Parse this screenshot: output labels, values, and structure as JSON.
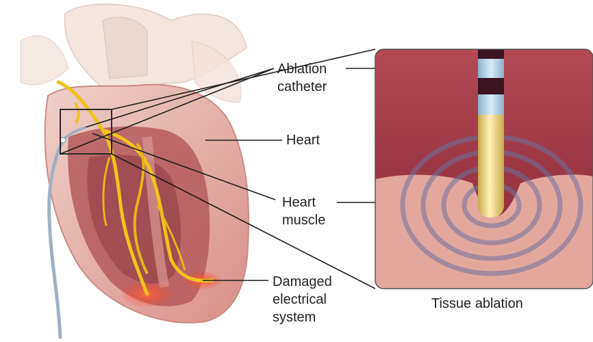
{
  "labels": {
    "ablation_catheter": [
      "Ablation",
      "catheter"
    ],
    "heart": "Heart",
    "heart_muscle": [
      "Heart",
      "muscle"
    ],
    "damaged_system": [
      "Damaged",
      "electrical",
      "system"
    ],
    "tissue_ablation": "Tissue ablation"
  },
  "colors": {
    "myocardium": "#c96a6e",
    "heart_shell": "#e8b9b4",
    "vessel_tan": "#e6d3c8",
    "conduction_yellow": "#f2c21c",
    "catheter_grey": "#9fb1c4",
    "damaged_glow": "#ff4a2a",
    "inset_top": "#9d3746",
    "inset_tissue": "#e6a9a0",
    "ablation_rings": "#6f6f9c",
    "catheter_tip_gold": "#f1d77a",
    "catheter_band_dark": "#3a1420",
    "catheter_band_light": "#b7d3e6"
  },
  "icons": [
    "zoom-box",
    "leader-line"
  ]
}
